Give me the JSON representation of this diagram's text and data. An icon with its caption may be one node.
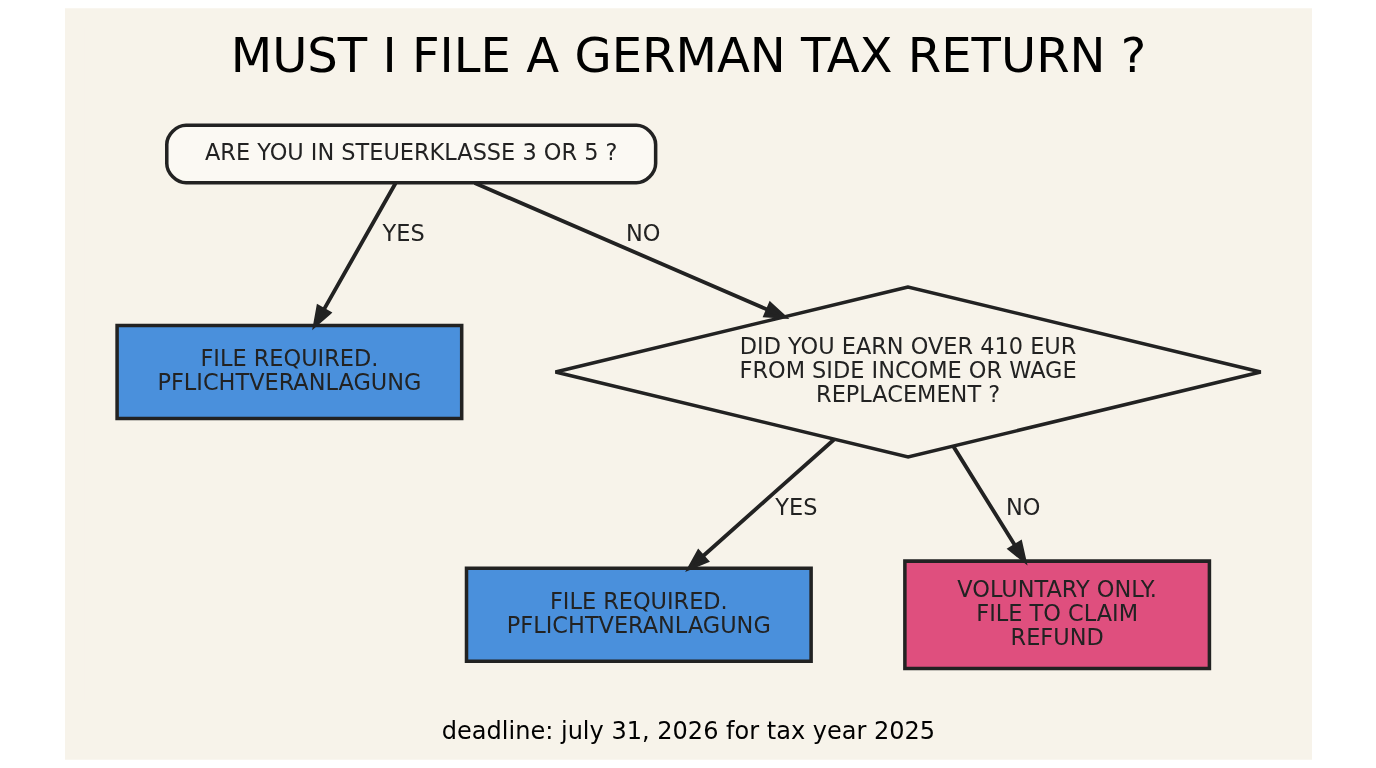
{
  "diagram": {
    "title": "MUST I FILE A GERMAN TAX RETURN ?",
    "caption": "deadline: july 31, 2026 for tax year 2025",
    "nodes": [
      {
        "text": [
          "ARE YOU IN STEUERKLASSE 3 OR 5 ?"
        ]
      },
      {
        "text": [
          "FILE REQUIRED. PFLICHTVERANLAGUNG"
        ]
      },
      {
        "text": [
          "DID YOU EARN OVER 410 EUR FROM SIDE INCOME OR WAGE REPLACEMENT ?"
        ]
      },
      {
        "text": [
          "FILE REQUIRED. PFLICHTVERANLAGUNG"
        ]
      },
      {
        "text": [
          "VOLUNTARY ONLY. FILE TO CLAIM REFUND"
        ]
      }
    ],
    "edges": [
      {
        "from": 0,
        "to": 1,
        "arrow": "to",
        "label": "YES"
      },
      {
        "from": 0,
        "to": 2,
        "arrow": "to",
        "label": "NO"
      },
      {
        "from": 2,
        "to": 3,
        "arrow": "to",
        "label": "YES"
      },
      {
        "from": 2,
        "to": 4,
        "arrow": "to",
        "label": "NO"
      }
    ]
  }
}
